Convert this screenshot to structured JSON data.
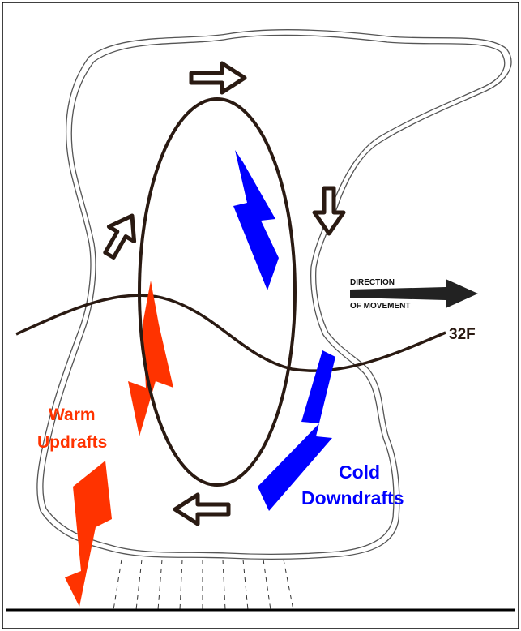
{
  "diagram": {
    "labels": {
      "direction_line1": "DIRECTION",
      "direction_line2": "OF MOVEMENT",
      "freezing_line": "32F",
      "warm_line1": "Warm",
      "warm_line2": "Updrafts",
      "cold_line1": "Cold",
      "cold_line2": "Downdrafts"
    },
    "colors": {
      "warm": "#ff3300",
      "cold": "#0000ff",
      "outline": "#2a1a12",
      "cloud_edge": "#555555",
      "background": "#ffffff"
    },
    "icons": [
      "circulation-arrow-right-icon",
      "circulation-arrow-down-icon",
      "circulation-arrow-left-icon",
      "circulation-arrow-up-icon",
      "direction-arrow-icon",
      "warm-updraft-arrow-icon",
      "cold-downdraft-arrow-icon"
    ]
  }
}
